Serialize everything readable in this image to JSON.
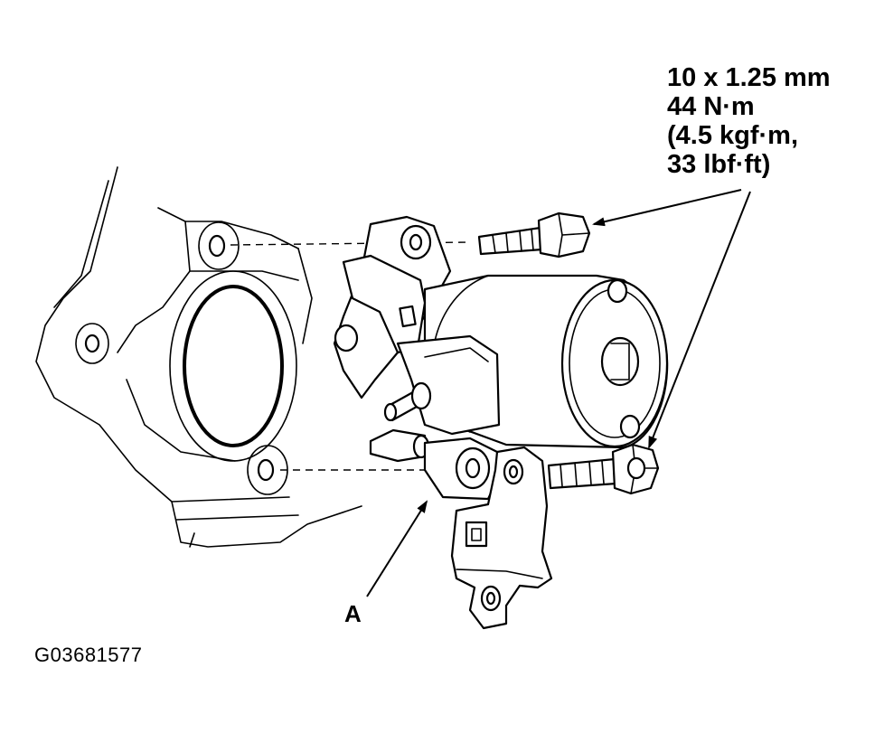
{
  "torque_spec": {
    "line1": "10 x 1.25 mm",
    "line2": "44 N·m",
    "line3": "(4.5 kgf·m,",
    "line4": "33 lbf·ft)"
  },
  "callout": {
    "label": "A"
  },
  "figure_id": "G03681577"
}
